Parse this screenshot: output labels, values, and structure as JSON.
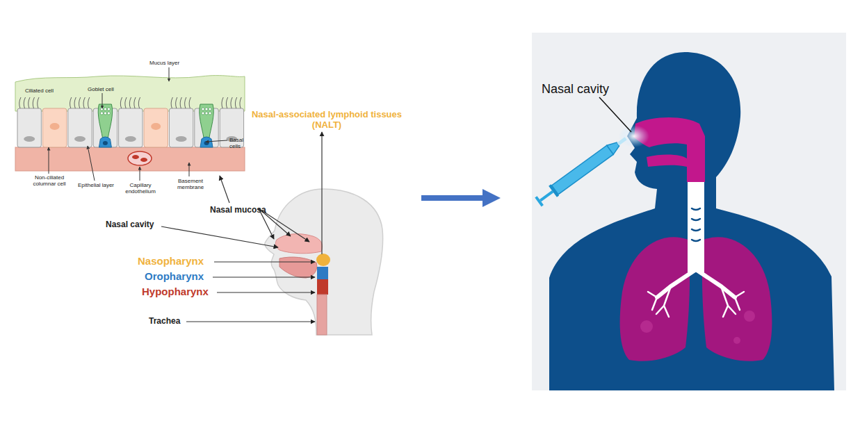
{
  "diagram": {
    "labels": [
      "Mucus layer",
      "Ciliated cell",
      "Goblet cell",
      "Basal cells",
      "Non-ciliated columnar cell",
      "Epithelial layer",
      "Capillary endothelium",
      "Basement membrane",
      "Nasal-associated lymphoid tissues (NALT)",
      "Nasal mucosa",
      "Nasal cavity",
      "Nasopharynx",
      "Oropharynx",
      "Hypopharynx",
      "Trachea",
      "Nasal cavity"
    ]
  }
}
